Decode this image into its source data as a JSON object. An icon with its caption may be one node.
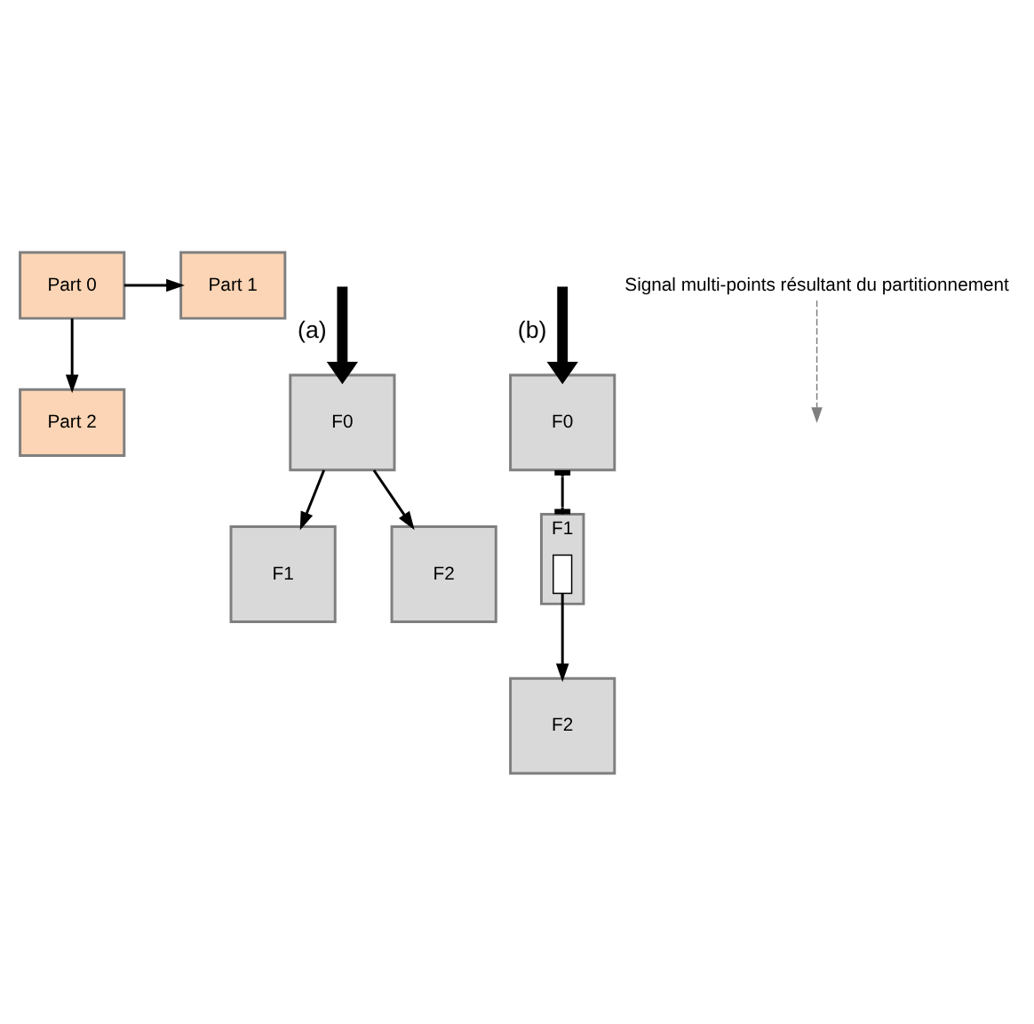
{
  "diagram": {
    "nodes": [
      {
        "text": [
          "Part 0"
        ]
      },
      {
        "text": [
          "Part 1"
        ]
      },
      {
        "text": [
          "Part 2"
        ]
      },
      {
        "text": [
          "F0"
        ]
      },
      {
        "text": [
          "F1"
        ]
      },
      {
        "text": [
          "F2"
        ]
      },
      {
        "text": [
          "F0"
        ]
      },
      {
        "text": [
          "F1"
        ]
      },
      {
        "text": [
          "F2"
        ]
      },
      {
        "text": [
          "Signal multi-points résultant du partitionnement"
        ]
      },
      {
        "text": [],
        "shape": "box",
        "in": 7
      }
    ],
    "edges": [
      {
        "from": 0,
        "to": 1,
        "arrow": "to"
      },
      {
        "from": 0,
        "to": 2,
        "arrow": "to"
      },
      {
        "from": 9,
        "to": null,
        "arrow": "to",
        "style": "dashed",
        "color": "#7f7f7f"
      },
      {
        "from": null,
        "to": 3,
        "arrow": "to",
        "label": "(a)",
        "style": "thick"
      },
      {
        "from": null,
        "to": 6,
        "arrow": "to",
        "label": "(b)",
        "style": "thick"
      },
      {
        "from": 3,
        "to": 4,
        "arrow": "to"
      },
      {
        "from": 3,
        "to": 5,
        "arrow": "to"
      },
      {
        "from": 6,
        "to": 7,
        "arrow": "other"
      },
      {
        "from": 10,
        "to": 8,
        "arrow": "to"
      }
    ]
  }
}
